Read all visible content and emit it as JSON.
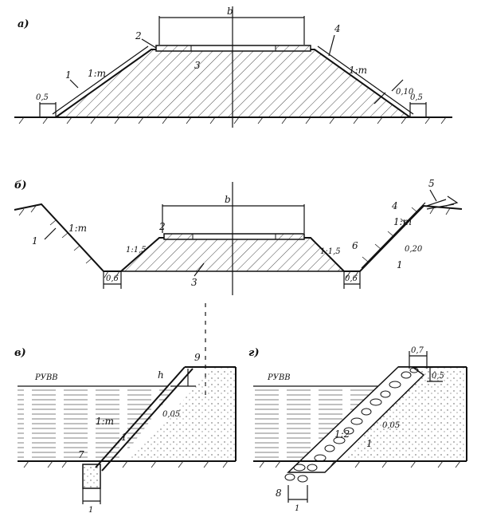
{
  "panels": {
    "a": {
      "letter": "а)",
      "dims": {
        "top": "b",
        "left_base": "0,5",
        "right_base": "0,5",
        "thickness": "0,10"
      },
      "slopes": {
        "left": "1:m",
        "right": "1:m"
      },
      "callouts": {
        "one": "1",
        "two": "2",
        "three": "3",
        "four": "4"
      }
    },
    "b": {
      "letter": "б)",
      "dims": {
        "top": "b",
        "left_base": "0,6",
        "right_base": "0,6",
        "thickness": "0,20"
      },
      "slopes": {
        "outer_left": "1:m",
        "outer_right": "1:m",
        "inner_left": "1:1,5",
        "inner_right": "1:1,5"
      },
      "callouts": {
        "one_left": "1",
        "one_right": "1",
        "two": "2",
        "three": "3",
        "four": "4",
        "five": "5",
        "six": "6"
      }
    },
    "c": {
      "letter": "в)",
      "water_label": "РУВВ",
      "dims": {
        "h": "h",
        "thickness": "0,05",
        "toe_w": "1"
      },
      "slope": "1:m",
      "callouts": {
        "one": "1",
        "seven": "7",
        "nine": "9"
      }
    },
    "d": {
      "letter": "г)",
      "water_label": "РУВВ",
      "dims": {
        "top_w": "0,7",
        "top_h": "0,5",
        "thickness": "0,05",
        "toe_w": "1"
      },
      "slope": "1:2",
      "callouts": {
        "one": "1",
        "eight": "8"
      }
    }
  }
}
